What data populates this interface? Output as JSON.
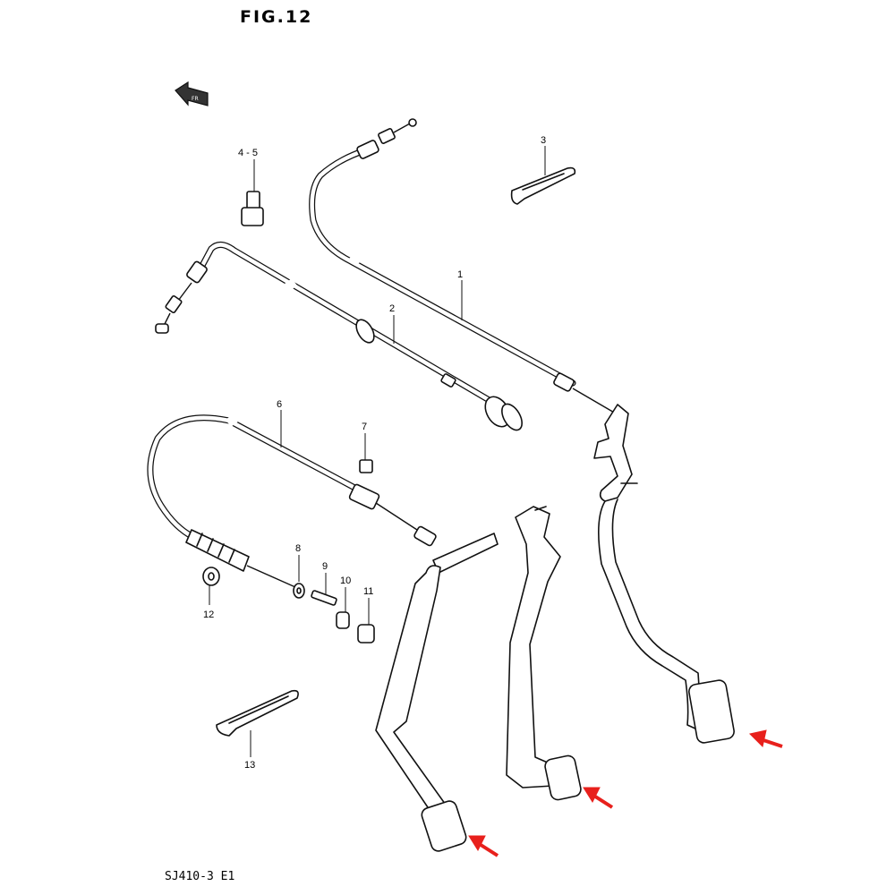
{
  "figure": {
    "title": "FIG.12",
    "code": "SJ410-3 E1"
  },
  "parts": [
    {
      "number": "1"
    },
    {
      "number": "2"
    },
    {
      "number": "3"
    },
    {
      "number": "4 - 5"
    },
    {
      "number": "6"
    },
    {
      "number": "7"
    },
    {
      "number": "8"
    },
    {
      "number": "9"
    },
    {
      "number": "10"
    },
    {
      "number": "11"
    },
    {
      "number": "12"
    },
    {
      "number": "13"
    }
  ],
  "colors": {
    "line": "#111111",
    "highlight_arrow": "#e8201c",
    "background": "#ffffff"
  },
  "icons": {
    "front_direction": "front-direction-arrow-icon",
    "highlight": "red-arrow-icon"
  }
}
